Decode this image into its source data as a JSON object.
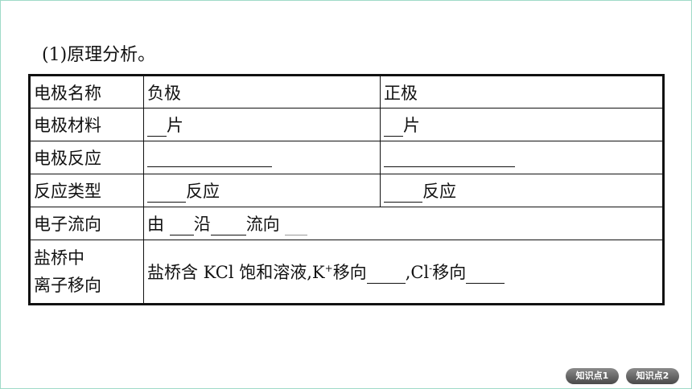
{
  "heading": "(1)原理分析。",
  "table": {
    "row1": {
      "label": "电极名称",
      "left": "负极",
      "right": "正极"
    },
    "row2": {
      "label": "电极材料",
      "left_suffix": "片",
      "right_suffix": "片"
    },
    "row3": {
      "label": "电极反应"
    },
    "row4": {
      "label": "反应类型",
      "left_suffix": "反应",
      "right_suffix": "反应"
    },
    "row5": {
      "label": "电子流向",
      "p1": "由",
      "p2": "沿",
      "p3": "流向"
    },
    "row6": {
      "label_line1": "盐桥中",
      "label_line2": "离子移向",
      "text1": "盐桥含 KCl 饱和溶液,K",
      "sup1": "+",
      "text2": "移向",
      "text3": ",Cl",
      "sup2": "-",
      "text4": "移向"
    }
  },
  "nav": {
    "btn1": "知识点1",
    "btn2": "知识点2"
  }
}
